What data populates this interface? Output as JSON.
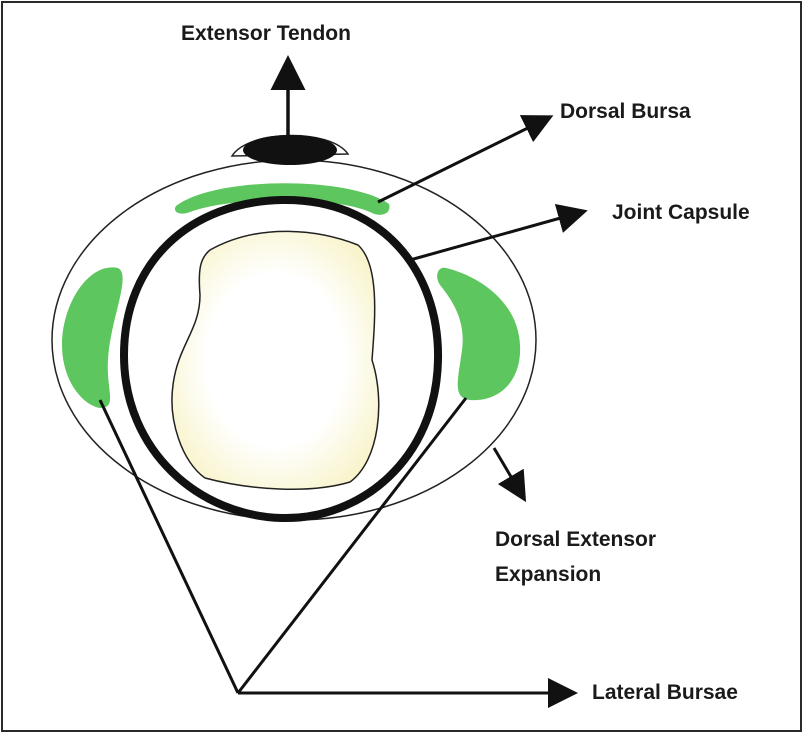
{
  "diagram": {
    "labels": {
      "extensor_tendon": "Extensor Tendon",
      "dorsal_bursa": "Dorsal Bursa",
      "joint_capsule": "Joint Capsule",
      "dorsal_extensor_expansion_line1": "Dorsal Extensor",
      "dorsal_extensor_expansion_line2": "Expansion",
      "lateral_bursae": "Lateral Bursae"
    },
    "colors": {
      "bursa_green": "#4cc04c",
      "bone_cream": "#f8f3c8",
      "capsule_black": "#111111",
      "outline": "#222222"
    }
  }
}
